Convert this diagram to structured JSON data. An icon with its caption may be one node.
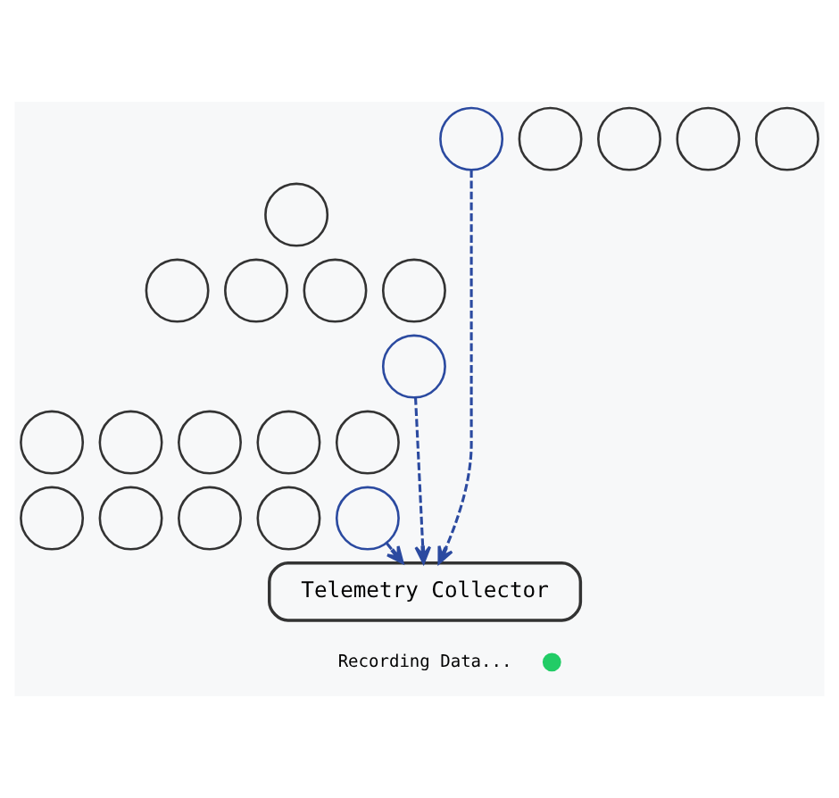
{
  "diagram": {
    "nodes": [
      {
        "text": [],
        "shape": "person"
      },
      {
        "text": [],
        "shape": "person"
      },
      {
        "text": [],
        "shape": "person"
      },
      {
        "text": [],
        "shape": "person"
      },
      {
        "text": [],
        "shape": "person"
      },
      {
        "text": [],
        "shape": "person"
      },
      {
        "text": [],
        "shape": "person"
      },
      {
        "text": [],
        "shape": "person"
      },
      {
        "text": [],
        "shape": "person"
      },
      {
        "text": [],
        "shape": "person"
      },
      {
        "text": [],
        "shape": "person"
      },
      {
        "text": [],
        "shape": "person"
      },
      {
        "text": [],
        "shape": "person"
      },
      {
        "text": [],
        "shape": "person"
      },
      {
        "text": [],
        "shape": "person"
      },
      {
        "text": [],
        "shape": "person"
      },
      {
        "text": [],
        "shape": "person"
      },
      {
        "text": [],
        "shape": "person"
      },
      {
        "text": [],
        "shape": "person"
      },
      {
        "text": [],
        "shape": "person"
      },
      {
        "text": [],
        "shape": "person"
      },
      {
        "text": [
          "Telemetry Collector"
        ],
        "beside": [
          "Recording Data..."
        ]
      },
      {
        "text": [],
        "shape": "circle"
      }
    ],
    "edges": [
      {
        "from": 0,
        "to": 21,
        "arrow": "to",
        "style": "dashed"
      },
      {
        "from": 10,
        "to": 21,
        "arrow": "to",
        "style": "dashed"
      },
      {
        "from": 20,
        "to": 21,
        "arrow": "to",
        "style": "dashed"
      }
    ]
  }
}
